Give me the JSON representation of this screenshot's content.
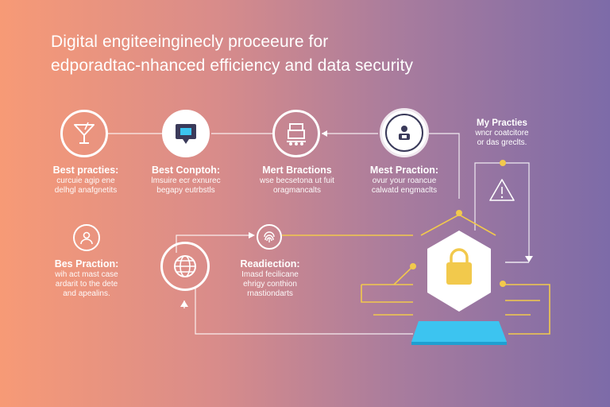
{
  "title": {
    "line1": "Digital engiteeinginecly proceeure for",
    "line2": "edporadtac-nhanced efficiency and data security"
  },
  "nodes": [
    {
      "head": "Best practies:",
      "sub1": "curcuie agip ene",
      "sub2": "delhgl anafgnetits",
      "icon": "cocktail-glass-icon"
    },
    {
      "head": "Best Conptoh:",
      "sub1": "lmsuire ecr exnurec",
      "sub2": "begapy eutrbstls",
      "icon": "monitor-icon"
    },
    {
      "head": "Mert Bractions",
      "sub1": "wse becsetona ut fuit",
      "sub2": "oragmancalts",
      "icon": "machine-icon"
    },
    {
      "head": "Mest Praction:",
      "sub1": "ovur your roancue",
      "sub2": "calwatd engmaclts",
      "icon": "user-badge-icon"
    }
  ],
  "row2": [
    {
      "head": "Bes Praction:",
      "sub1": "wih act mast case",
      "sub2": "ardarit to the dete",
      "sub3": "and apealins.",
      "icon": "person-icon"
    },
    {
      "head": "Readiection:",
      "sub1": "Imasd fecilicane",
      "sub2": "ehrigy conthion",
      "sub3": "rnastiondarts",
      "icon": "fingerprint-icon"
    }
  ],
  "side": {
    "head": "My Practies",
    "sub1": "wncr coatcitore",
    "sub2": "or das greclts."
  },
  "colors": {
    "accent": "#f2c94c",
    "shield": "#ffffff",
    "platform": "#3cc4f0",
    "lock": "#f2c94c"
  }
}
